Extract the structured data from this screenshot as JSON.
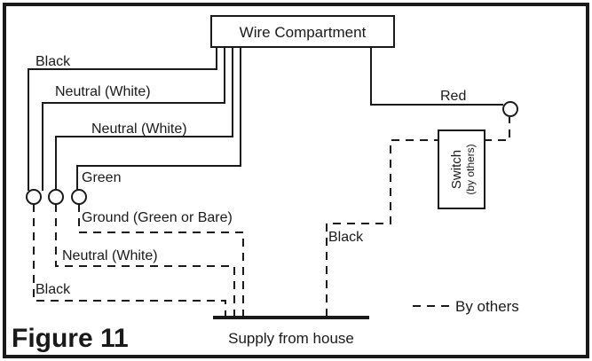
{
  "figure_label": "Figure 11",
  "compartment_label": "Wire Compartment",
  "switch_label": "Switch",
  "switch_sublabel": "(by others)",
  "supply_label": "Supply from house",
  "legend_label": "By others",
  "fixture_wires": {
    "black": "Black",
    "neutral_1": "Neutral (White)",
    "neutral_2": "Neutral (White)",
    "green": "Green",
    "red": "Red"
  },
  "house_wires": {
    "ground": "Ground (Green or Bare)",
    "neutral": "Neutral (White)",
    "black": "Black",
    "switch_black": "Black"
  }
}
